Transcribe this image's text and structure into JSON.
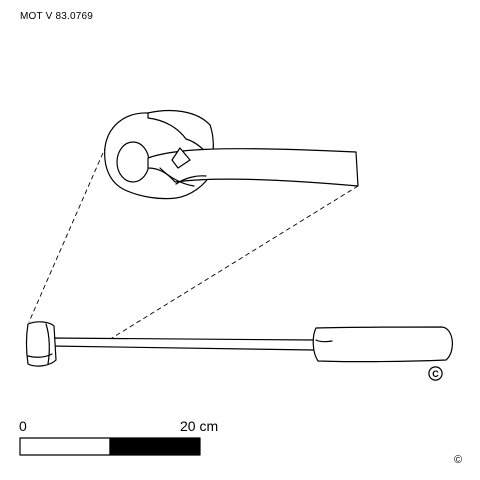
{
  "catalog_id": "MOT V 83.0769",
  "copyright_symbol": "©",
  "scale_bar": {
    "min_label": "0",
    "max_label": "20 cm",
    "divisions": 2,
    "colors": [
      "#ffffff",
      "#000000"
    ]
  },
  "colors": {
    "line": "#000000",
    "background": "#ffffff"
  },
  "icons": [
    "copyright-icon"
  ]
}
